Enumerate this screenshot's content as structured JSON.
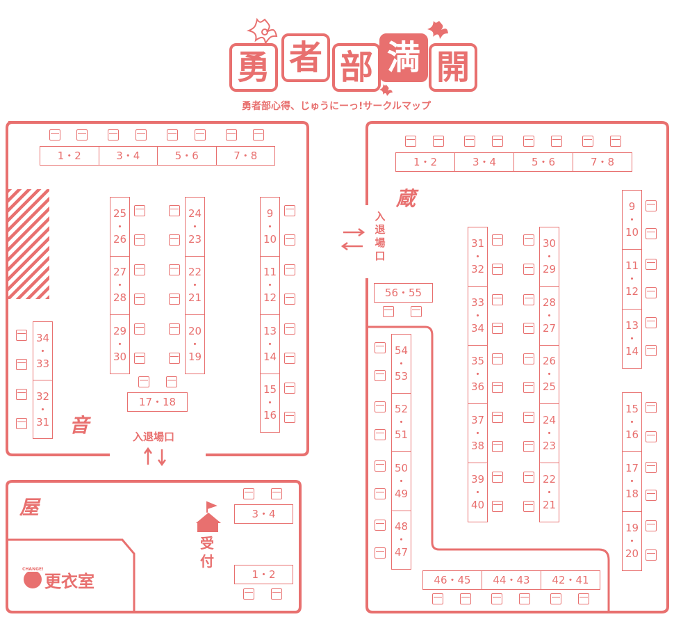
{
  "title": {
    "chars": [
      "勇",
      "者",
      "部",
      "満",
      "開"
    ],
    "subtitle": "勇者部心得、じゅうにーっ!サークルマップ"
  },
  "colors": {
    "primary": "#e8706f",
    "highlight": "#e8706f"
  },
  "rooms": {
    "oto": "音",
    "ya": "屋",
    "kura": "蔵"
  },
  "entrances": {
    "left": "入退場口",
    "right": "入退場口"
  },
  "reception": "受付",
  "changing_room": {
    "badge": "CHANGE!",
    "label": "更衣室"
  },
  "tables": {
    "oto": {
      "top_row": [
        "1・2",
        "3・4",
        "5・6",
        "7・8"
      ],
      "col_25_30": [
        "25",
        "26",
        "27",
        "28",
        "29",
        "30"
      ],
      "col_24_19": [
        "24",
        "23",
        "22",
        "21",
        "20",
        "19"
      ],
      "col_9_16": [
        "9",
        "10",
        "11",
        "12",
        "13",
        "14",
        "15",
        "16"
      ],
      "col_34_31": [
        "34",
        "33",
        "32",
        "31"
      ],
      "bottom": "17・18"
    },
    "ya": {
      "upper": "3・4",
      "lower": "1・2"
    },
    "kura": {
      "top_row": [
        "1・2",
        "3・4",
        "5・6",
        "7・8"
      ],
      "col_9_20": [
        "9",
        "10",
        "11",
        "12",
        "13",
        "14",
        "15",
        "16",
        "17",
        "18",
        "19",
        "20"
      ],
      "col_31_40": [
        "31",
        "32",
        "33",
        "34",
        "35",
        "36",
        "37",
        "38",
        "39",
        "40"
      ],
      "col_30_21": [
        "30",
        "29",
        "28",
        "27",
        "26",
        "25",
        "24",
        "23",
        "22",
        "21"
      ],
      "col_54_47": [
        "54",
        "53",
        "52",
        "51",
        "50",
        "49",
        "48",
        "47"
      ],
      "top_small": "56・55",
      "bottom_row": [
        "46・45",
        "44・43",
        "42・41"
      ]
    }
  }
}
